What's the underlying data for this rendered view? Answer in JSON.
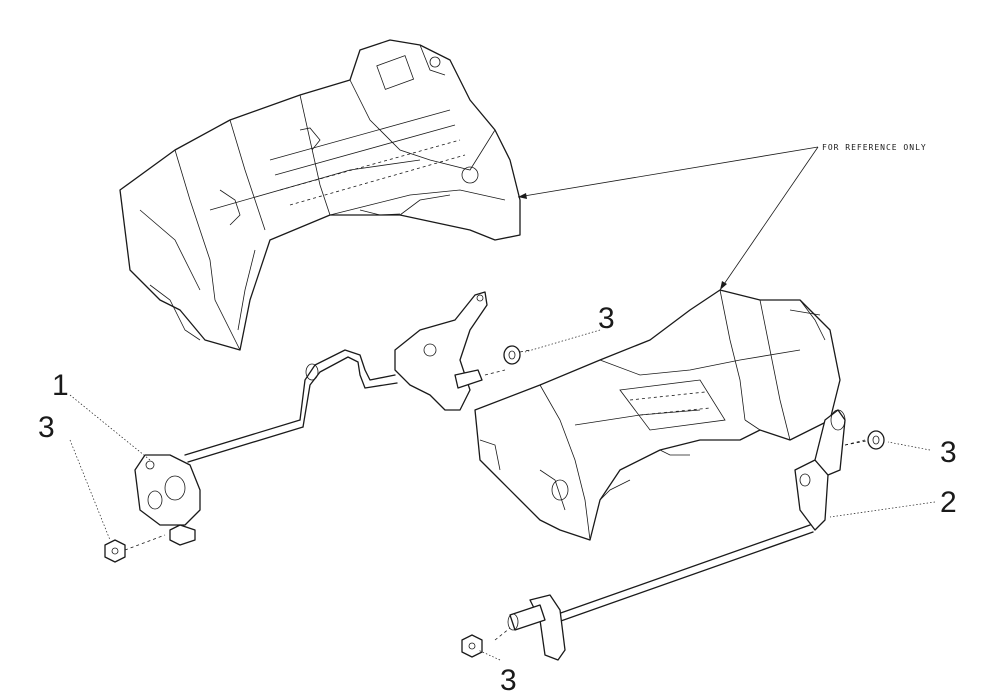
{
  "reference_note": "FOR REFERENCE ONLY",
  "callouts": [
    {
      "id": "c1",
      "label": "1"
    },
    {
      "id": "c2",
      "label": "2"
    },
    {
      "id": "c3a",
      "label": "3"
    },
    {
      "id": "c3b",
      "label": "3"
    },
    {
      "id": "c3c",
      "label": "3"
    },
    {
      "id": "c3d",
      "label": "3"
    }
  ]
}
